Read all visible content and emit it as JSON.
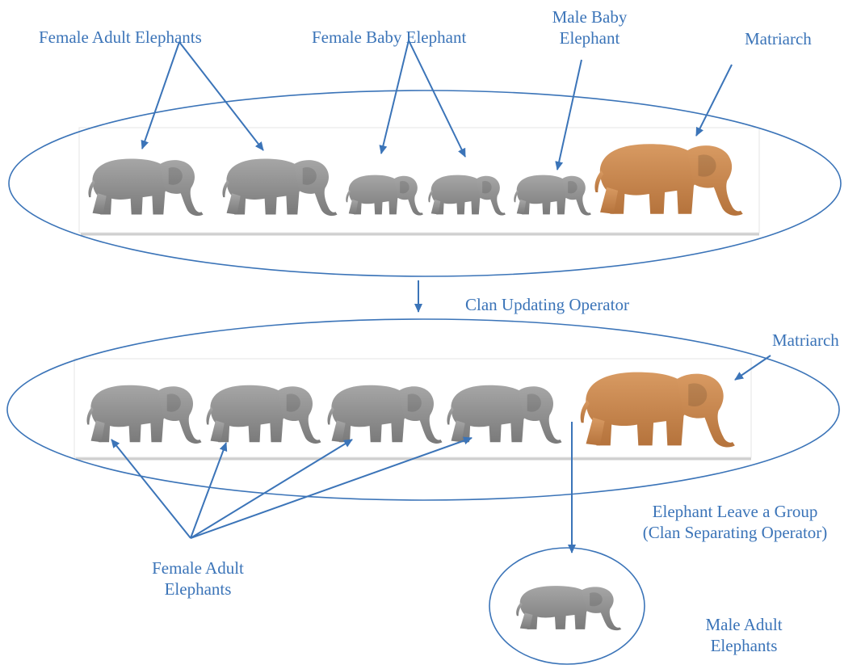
{
  "colors": {
    "accent": "#3b74b8",
    "elephant_gray": "#8f8f8f",
    "matriarch_orange": "#c98a52",
    "background": "#ffffff"
  },
  "labels": {
    "female_adult_top": "Female Adult Elephants",
    "female_baby": "Female Baby Elephant",
    "male_baby_line1": "Male Baby",
    "male_baby_line2": "Elephant",
    "matriarch_top": "Matriarch",
    "clan_updating": "Clan Updating Operator",
    "matriarch_bottom": "Matriarch",
    "leave_group_line1": "Elephant Leave a Group",
    "leave_group_line2": "(Clan Separating Operator)",
    "female_adult_bottom_line1": "Female Adult",
    "female_adult_bottom_line2": "Elephants",
    "male_adult_line1": "Male Adult",
    "male_adult_line2": "Elephants"
  },
  "groups": {
    "top_clan": [
      "female-adult",
      "female-adult",
      "female-baby",
      "female-baby",
      "male-baby",
      "matriarch"
    ],
    "bottom_clan": [
      "female-adult",
      "female-adult",
      "female-adult",
      "female-adult",
      "matriarch"
    ],
    "separated": [
      "male-adult"
    ]
  }
}
